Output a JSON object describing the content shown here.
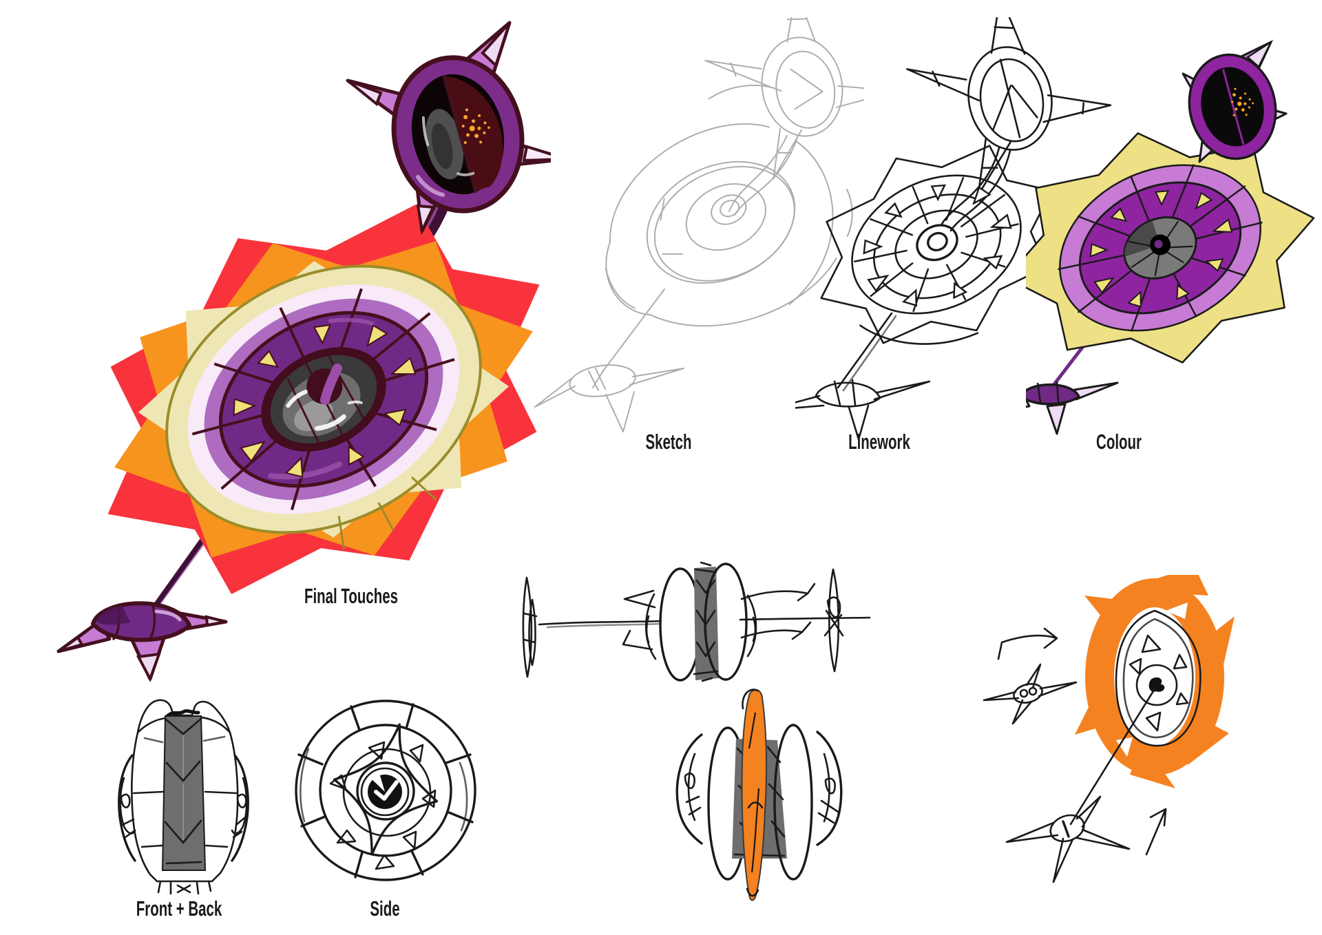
{
  "labels": {
    "sketch": "Sketch",
    "linework": "Linework",
    "colour": "Colour",
    "final_touches": "Final Touches",
    "front_back": "Front + Back",
    "side": "Side"
  },
  "palette": {
    "background": "#FFFFFF",
    "line_black": "#1A1A1A",
    "sketch_gray": "#ADADAD",
    "flat_gray": "#6E6E6E",
    "orange": "#F58220",
    "flame_red": "#F8333C",
    "flame_orange": "#F7941D",
    "flame_cream": "#EFE6B5",
    "flat_yellow": "#EDE085",
    "triangle_yellow": "#EFE07A",
    "olive": "#9B8C2A",
    "pink_ring": "#F8EAF9",
    "light_purple": "#AD6CBF",
    "mid_purple": "#C77BD4",
    "pale_lavender": "#EFDCF4",
    "dark_purple": "#702A85",
    "bright_purple": "#8E24A0",
    "maroon": "#45101E",
    "pupil_maroon": "#420D1C",
    "stalk_dark": "#3F1038",
    "stalk_highlight": "#9B4FA8",
    "eye_dark_gray": "#3A3A3A",
    "eye_mid_gray": "#6E6E6E",
    "eye_light_gray": "#9A9A9A",
    "speckle_orange": "#F7A52B"
  },
  "figures": [
    {
      "id": "final-touches-figure",
      "caption": "Final Touches"
    },
    {
      "id": "sketch-figure",
      "caption": "Sketch"
    },
    {
      "id": "linework-figure",
      "caption": "Linework"
    },
    {
      "id": "colour-figure",
      "caption": "Colour"
    },
    {
      "id": "rotation-diagram",
      "caption": null
    },
    {
      "id": "front-blade-figure",
      "caption": null
    },
    {
      "id": "spiral-study-figure",
      "caption": null
    },
    {
      "id": "front-back-figure",
      "caption": "Front + Back"
    },
    {
      "id": "side-view-figure",
      "caption": "Side"
    }
  ]
}
